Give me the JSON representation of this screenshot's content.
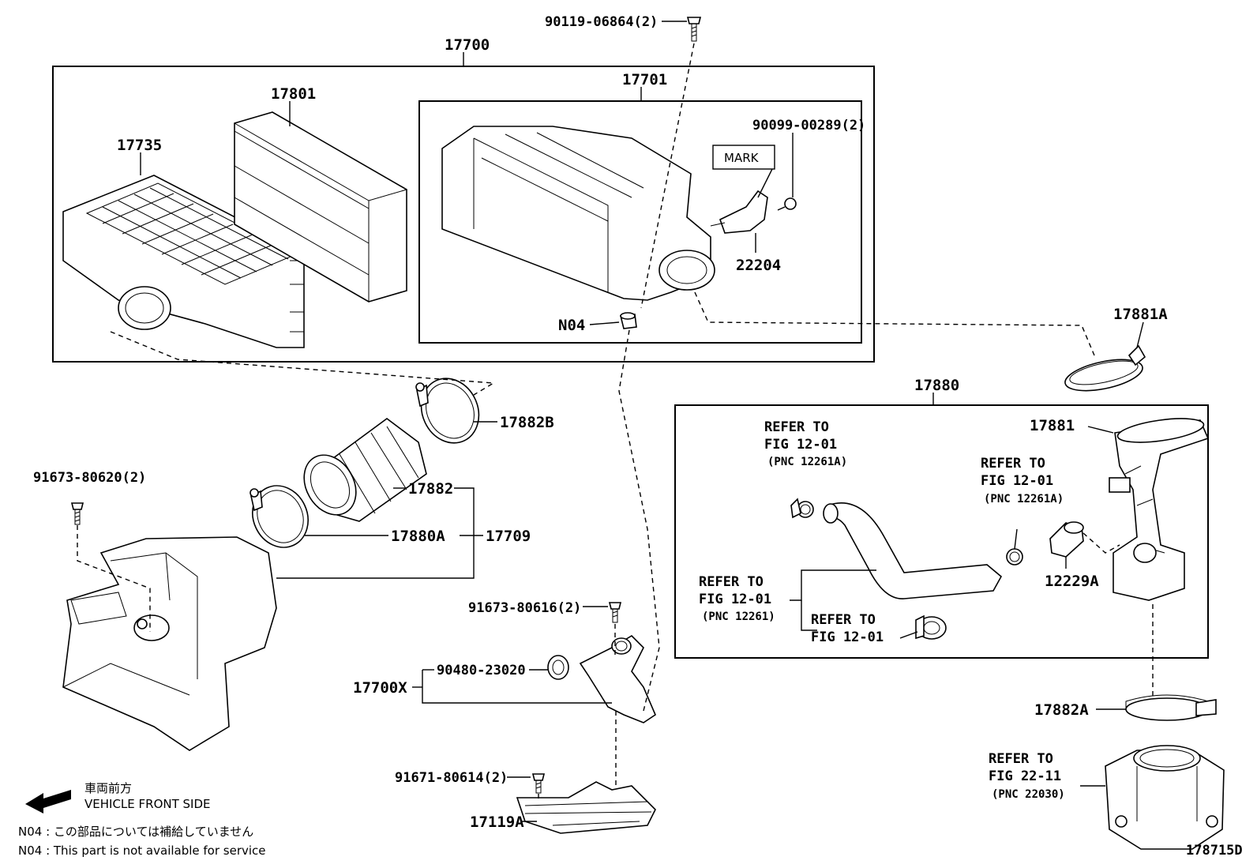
{
  "labels": {
    "p17700": "17700",
    "p17801": "17801",
    "p17735": "17735",
    "p17701": "17701",
    "p90119": "90119-06864(2)",
    "p90099": "90099-00289(2)",
    "mark": "MARK",
    "p22204": "22204",
    "n04": "N04",
    "p17881a": "17881A",
    "p17880": "17880",
    "p17882b": "17882B",
    "p91673_620": "91673-80620(2)",
    "p17882": "17882",
    "p17880a": "17880A",
    "p17709": "17709",
    "p91673_616": "91673-80616(2)",
    "p90480": "90480-23020",
    "p17700x": "17700X",
    "p91671": "91671-80614(2)",
    "p17119a": "17119A",
    "p17881": "17881",
    "p12229a": "12229A",
    "p17882a": "17882A",
    "ref1_l1": "REFER TO",
    "ref1_l2": "FIG 12-01",
    "ref1_l3": "(PNC 12261A)",
    "ref2_l1": "REFER TO",
    "ref2_l2": "FIG 12-01",
    "ref2_l3": "(PNC 12261A)",
    "ref3_l1": "REFER TO",
    "ref3_l2": "FIG 12-01",
    "ref3_l3": "(PNC 12261)",
    "ref4_l1": "REFER TO",
    "ref4_l2": "FIG 12-01",
    "ref5_l1": "REFER TO",
    "ref5_l2": "FIG 22-11",
    "ref5_l3": "(PNC 22030)"
  },
  "legend": {
    "front_jp": "車両前方",
    "front_en": "VEHICLE FRONT SIDE",
    "n04_jp": "N04 : この部品については補給していません",
    "n04_en": "N04 : This part is not available for service"
  },
  "figure_id": "178715D"
}
